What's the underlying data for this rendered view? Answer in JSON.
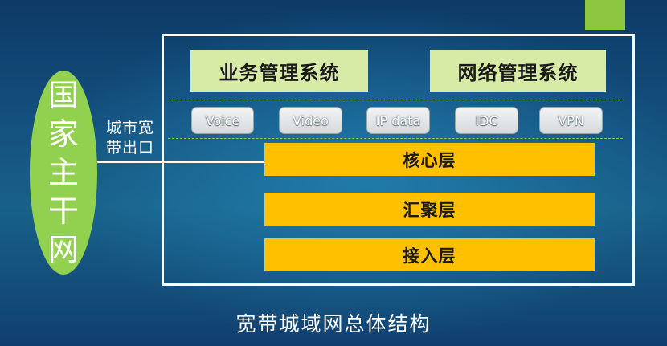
{
  "backbone": {
    "label": "国家主干网"
  },
  "exit": {
    "label": "城市宽带出口"
  },
  "management": {
    "business": "业务管理系统",
    "network": "网络管理系统"
  },
  "services": [
    "Voice",
    "Video",
    "IP data",
    "IDC",
    "VPN"
  ],
  "layers": {
    "core": "核心层",
    "aggregation": "汇聚层",
    "access": "接入层"
  },
  "caption": "宽带城域网总体结构",
  "colors": {
    "mgmt_box": "#d7eaa6",
    "layer_box": "#ffc000",
    "backbone": "#92d050",
    "accent_square": "#8dc63f",
    "frame": "#ffffff"
  }
}
